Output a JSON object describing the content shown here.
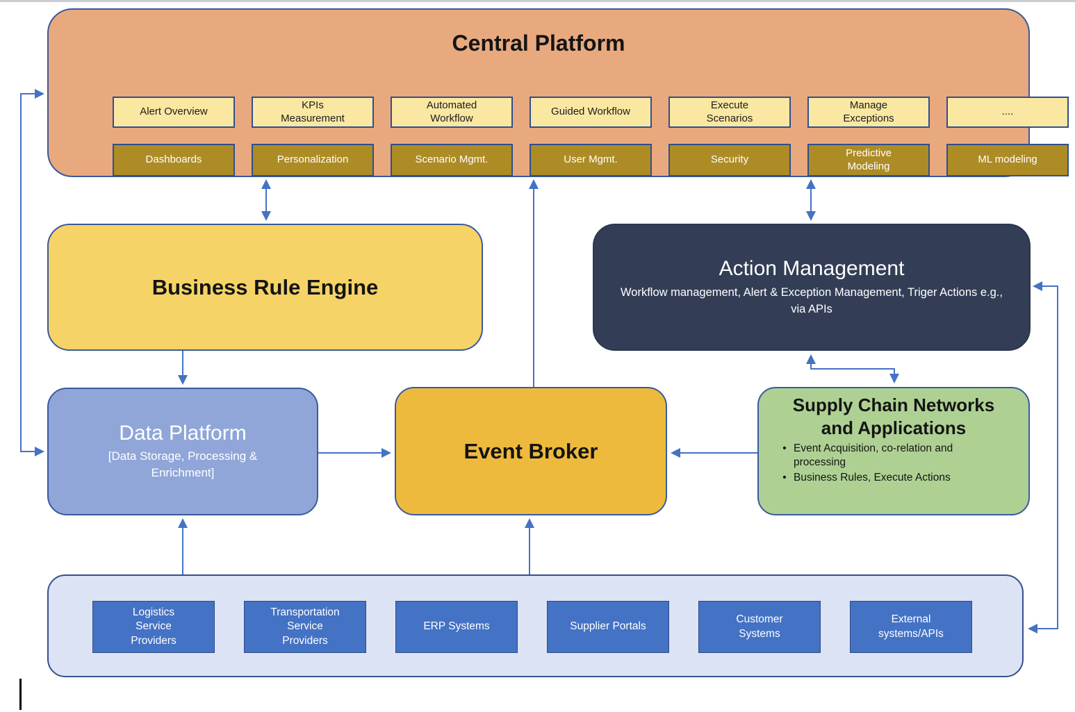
{
  "diagram": {
    "central_platform": {
      "title": "Central Platform",
      "feature_boxes": [
        "Alert Overview",
        "KPIs Measurement",
        "Automated Workflow",
        "Guided Workflow",
        "Execute Scenarios",
        "Manage Exceptions",
        "...."
      ],
      "capability_boxes": [
        "Dashboards",
        "Personalization",
        "Scenario Mgmt.",
        "User Mgmt.",
        "Security",
        "Predictive Modeling",
        "ML modeling"
      ]
    },
    "business_rule_engine": {
      "title": "Business Rule Engine"
    },
    "action_management": {
      "title": "Action Management",
      "subtitle": "Workflow management, Alert & Exception Management, Triger Actions e.g., via APIs"
    },
    "data_platform": {
      "title": "Data Platform",
      "subtitle": "[Data Storage, Processing & Enrichment]"
    },
    "event_broker": {
      "title": "Event Broker"
    },
    "supply_chain": {
      "title": "Supply Chain Networks and Applications",
      "bullets": [
        "Event Acquisition, co-relation and processing",
        "Business Rules, Execute Actions"
      ]
    },
    "integration_layer": {
      "systems": [
        "Logistics Service Providers",
        "Transportation Service Providers",
        "ERP Systems",
        "Supplier Portals",
        "Customer Systems",
        "External systems/APIs"
      ]
    }
  },
  "colors": {
    "central_platform_fill": "#e9a97f",
    "feature_box_fill": "#fae8a2",
    "capability_box_fill": "#ad8c26",
    "business_rule_engine_fill": "#f5d366",
    "action_management_fill": "#333e56",
    "data_platform_fill": "#90a6d8",
    "event_broker_fill": "#eeba3d",
    "supply_chain_fill": "#aed193",
    "integration_bar_fill": "#dce3f4",
    "system_box_fill": "#4472c4",
    "connector_blue": "#4472c4",
    "box_border": "#3a5a9c"
  }
}
